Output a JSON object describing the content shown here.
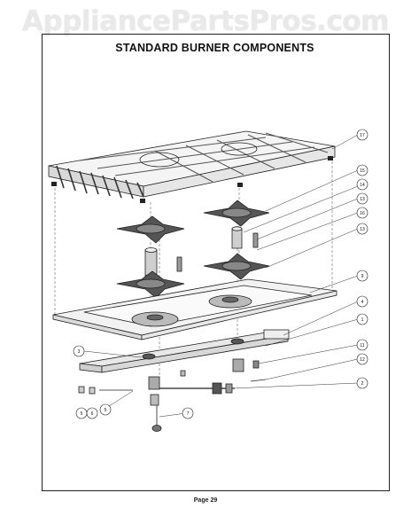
{
  "watermark": "AppliancePartsPros.com",
  "title": "STANDARD BURNER COMPONENTS",
  "page_label": "Page 29",
  "callouts": [
    "17",
    "15",
    "14",
    "13",
    "16",
    "13",
    "9",
    "4",
    "1",
    "11",
    "12",
    "2",
    "3",
    "5",
    "6",
    "5",
    "7"
  ]
}
